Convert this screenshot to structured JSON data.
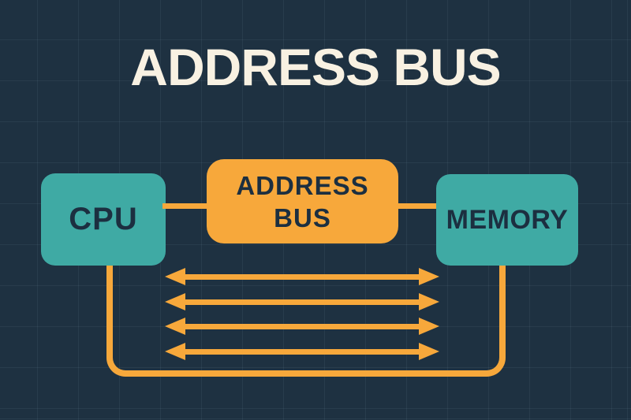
{
  "title": "ADDRESS BUS",
  "diagram": {
    "nodes": {
      "cpu": {
        "label": "CPU"
      },
      "bus": {
        "label_line1": "ADDRESS",
        "label_line2": "BUS"
      },
      "memory": {
        "label": "MEMORY"
      }
    },
    "bus_lines": {
      "count": 4,
      "style": "double-headed-arrow"
    },
    "connections": [
      {
        "from": "cpu",
        "to": "bus",
        "type": "line"
      },
      {
        "from": "bus",
        "to": "memory",
        "type": "line"
      },
      {
        "from": "cpu",
        "to": "memory",
        "type": "bottom-loop"
      }
    ]
  },
  "colors": {
    "background": "#1E3141",
    "teal": "#3FAAA4",
    "orange": "#F7A83B",
    "ink": "#1C2F40",
    "cream": "#F8F1E2"
  }
}
